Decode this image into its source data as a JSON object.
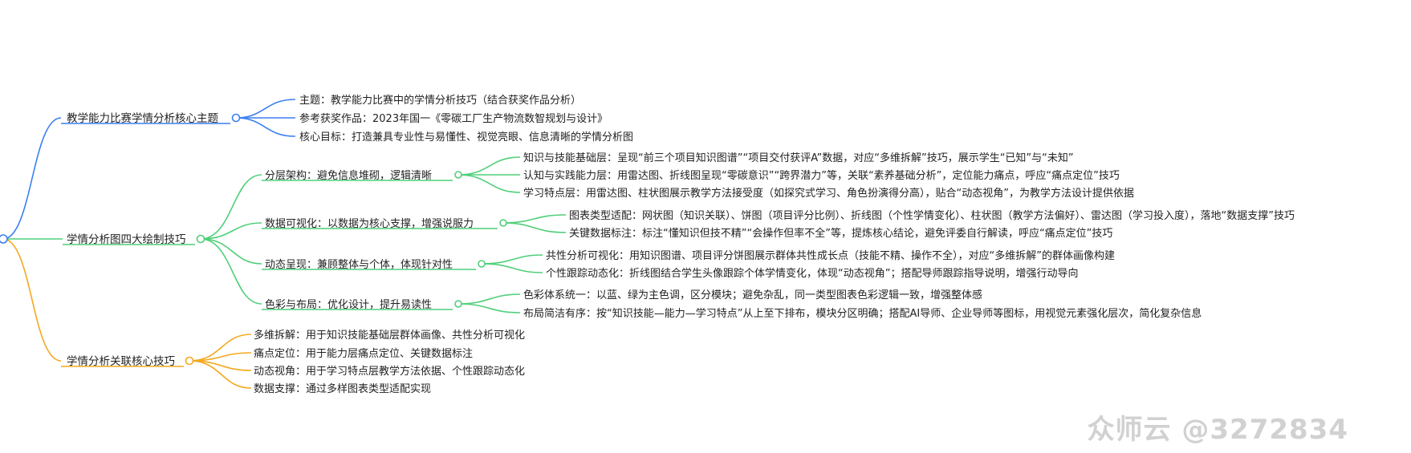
{
  "colors": {
    "branch_blue": "#3b7ff0",
    "branch_green": "#4fcf78",
    "branch_orange": "#f4a81e",
    "text": "#222222",
    "watermark": "#c9c9c9"
  },
  "mindmap": {
    "branches": [
      {
        "label": "教学能力比赛学情分析核心主题",
        "color": "#3b7ff0",
        "children": [
          {
            "label": "主题：教学能力比赛中的学情分析技巧（结合获奖作品分析）",
            "children": []
          },
          {
            "label": "参考获奖作品：2023年国一《零碳工厂生产物流数智规划与设计》",
            "children": []
          },
          {
            "label": "核心目标：打造兼具专业性与易懂性、视觉亮眼、信息清晰的学情分析图",
            "children": []
          }
        ]
      },
      {
        "label": "学情分析图四大绘制技巧",
        "color": "#4fcf78",
        "children": [
          {
            "label": "分层架构：避免信息堆砌，逻辑清晰",
            "children": [
              {
                "label": "知识与技能基础层：呈现“前三个项目知识图谱”“项目交付获评A”数据，对应“多维拆解”技巧，展示学生“已知”与“未知”"
              },
              {
                "label": "认知与实践能力层：用雷达图、折线图呈现“零碳意识”“跨界潜力”等，关联“素养基础分析”，定位能力痛点，呼应“痛点定位”技巧"
              },
              {
                "label": "学习特点层：用雷达图、柱状图展示教学方法接受度（如探究式学习、角色扮演得分高），贴合“动态视角”，为教学方法设计提供依据"
              }
            ]
          },
          {
            "label": "数据可视化：以数据为核心支撑，增强说服力",
            "children": [
              {
                "label": "图表类型适配：网状图（知识关联）、饼图（项目评分比例）、折线图（个性学情变化）、柱状图（教学方法偏好）、雷达图（学习投入度），落地“数据支撑”技巧"
              },
              {
                "label": "关键数据标注：标注“懂知识但技不精”“会操作但率不全”等，提炼核心结论，避免评委自行解读，呼应“痛点定位”技巧"
              }
            ]
          },
          {
            "label": "动态呈现：兼顾整体与个体，体现针对性",
            "children": [
              {
                "label": "共性分析可视化：用知识图谱、项目评分饼图展示群体共性成长点（技能不精、操作不全），对应“多维拆解”的群体画像构建"
              },
              {
                "label": "个性跟踪动态化：折线图结合学生头像跟踪个体学情变化，体现“动态视角”；搭配导师跟踪指导说明，增强行动导向"
              }
            ]
          },
          {
            "label": "色彩与布局：优化设计，提升易读性",
            "children": [
              {
                "label": "色彩体系统一：以蓝、绿为主色调，区分模块；避免杂乱，同一类型图表色彩逻辑一致，增强整体感"
              },
              {
                "label": "布局简洁有序：按“知识技能—能力—学习特点”从上至下排布，模块分区明确；搭配AI导师、企业导师等图标，用视觉元素强化层次，简化复杂信息"
              }
            ]
          }
        ]
      },
      {
        "label": "学情分析关联核心技巧",
        "color": "#f4a81e",
        "children": [
          {
            "label": "多维拆解：用于知识技能基础层群体画像、共性分析可视化",
            "children": []
          },
          {
            "label": "痛点定位：用于能力层痛点定位、关键数据标注",
            "children": []
          },
          {
            "label": "动态视角：用于学习特点层教学方法依据、个性跟踪动态化",
            "children": []
          },
          {
            "label": "数据支撑：通过多样图表类型适配实现",
            "children": []
          }
        ]
      }
    ]
  },
  "watermark": "众师云 @3272834"
}
